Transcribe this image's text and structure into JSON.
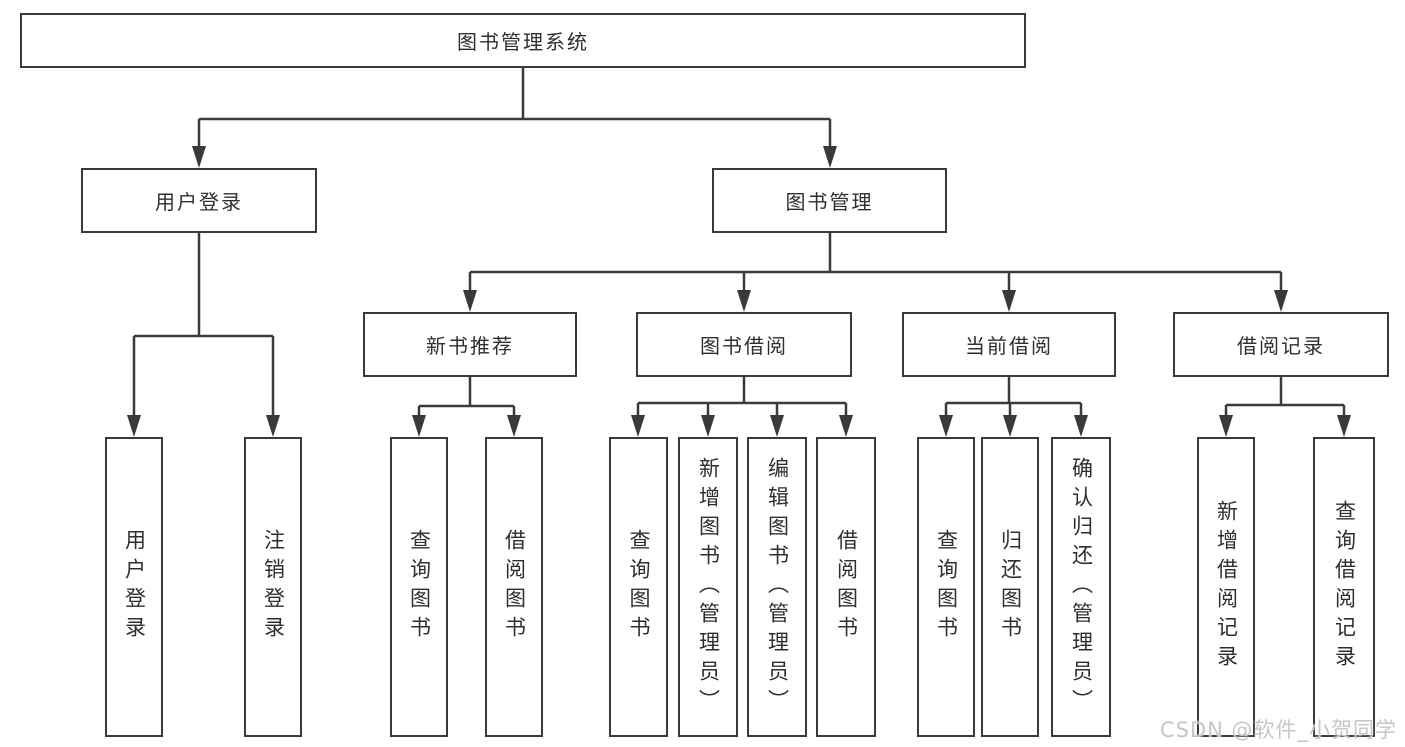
{
  "diagram": {
    "type": "tree",
    "root": {
      "label": "图书管理系统"
    },
    "branches": [
      {
        "label": "用户登录",
        "children": [
          {
            "label": "用户登录"
          },
          {
            "label": "注销登录"
          }
        ]
      },
      {
        "label": "图书管理",
        "children": [
          {
            "label": "新书推荐",
            "children": [
              {
                "label": "查询图书"
              },
              {
                "label": "借阅图书"
              }
            ]
          },
          {
            "label": "图书借阅",
            "children": [
              {
                "label": "查询图书"
              },
              {
                "label": "新增图书（管理员）"
              },
              {
                "label": "编辑图书（管理员）"
              },
              {
                "label": "借阅图书"
              }
            ]
          },
          {
            "label": "当前借阅",
            "children": [
              {
                "label": "查询图书"
              },
              {
                "label": "归还图书"
              },
              {
                "label": "确认归还（管理员）"
              }
            ]
          },
          {
            "label": "借阅记录",
            "children": [
              {
                "label": "新增借阅记录"
              },
              {
                "label": "查询借阅记录"
              }
            ]
          }
        ]
      }
    ]
  },
  "watermark": {
    "text": "CSDN @软件_小贺同学"
  },
  "colors": {
    "line": "#3a3a3a",
    "border": "#3a3a3a",
    "text": "#2f2f2f",
    "watermark": "#c6c6c6",
    "background": "#ffffff"
  }
}
